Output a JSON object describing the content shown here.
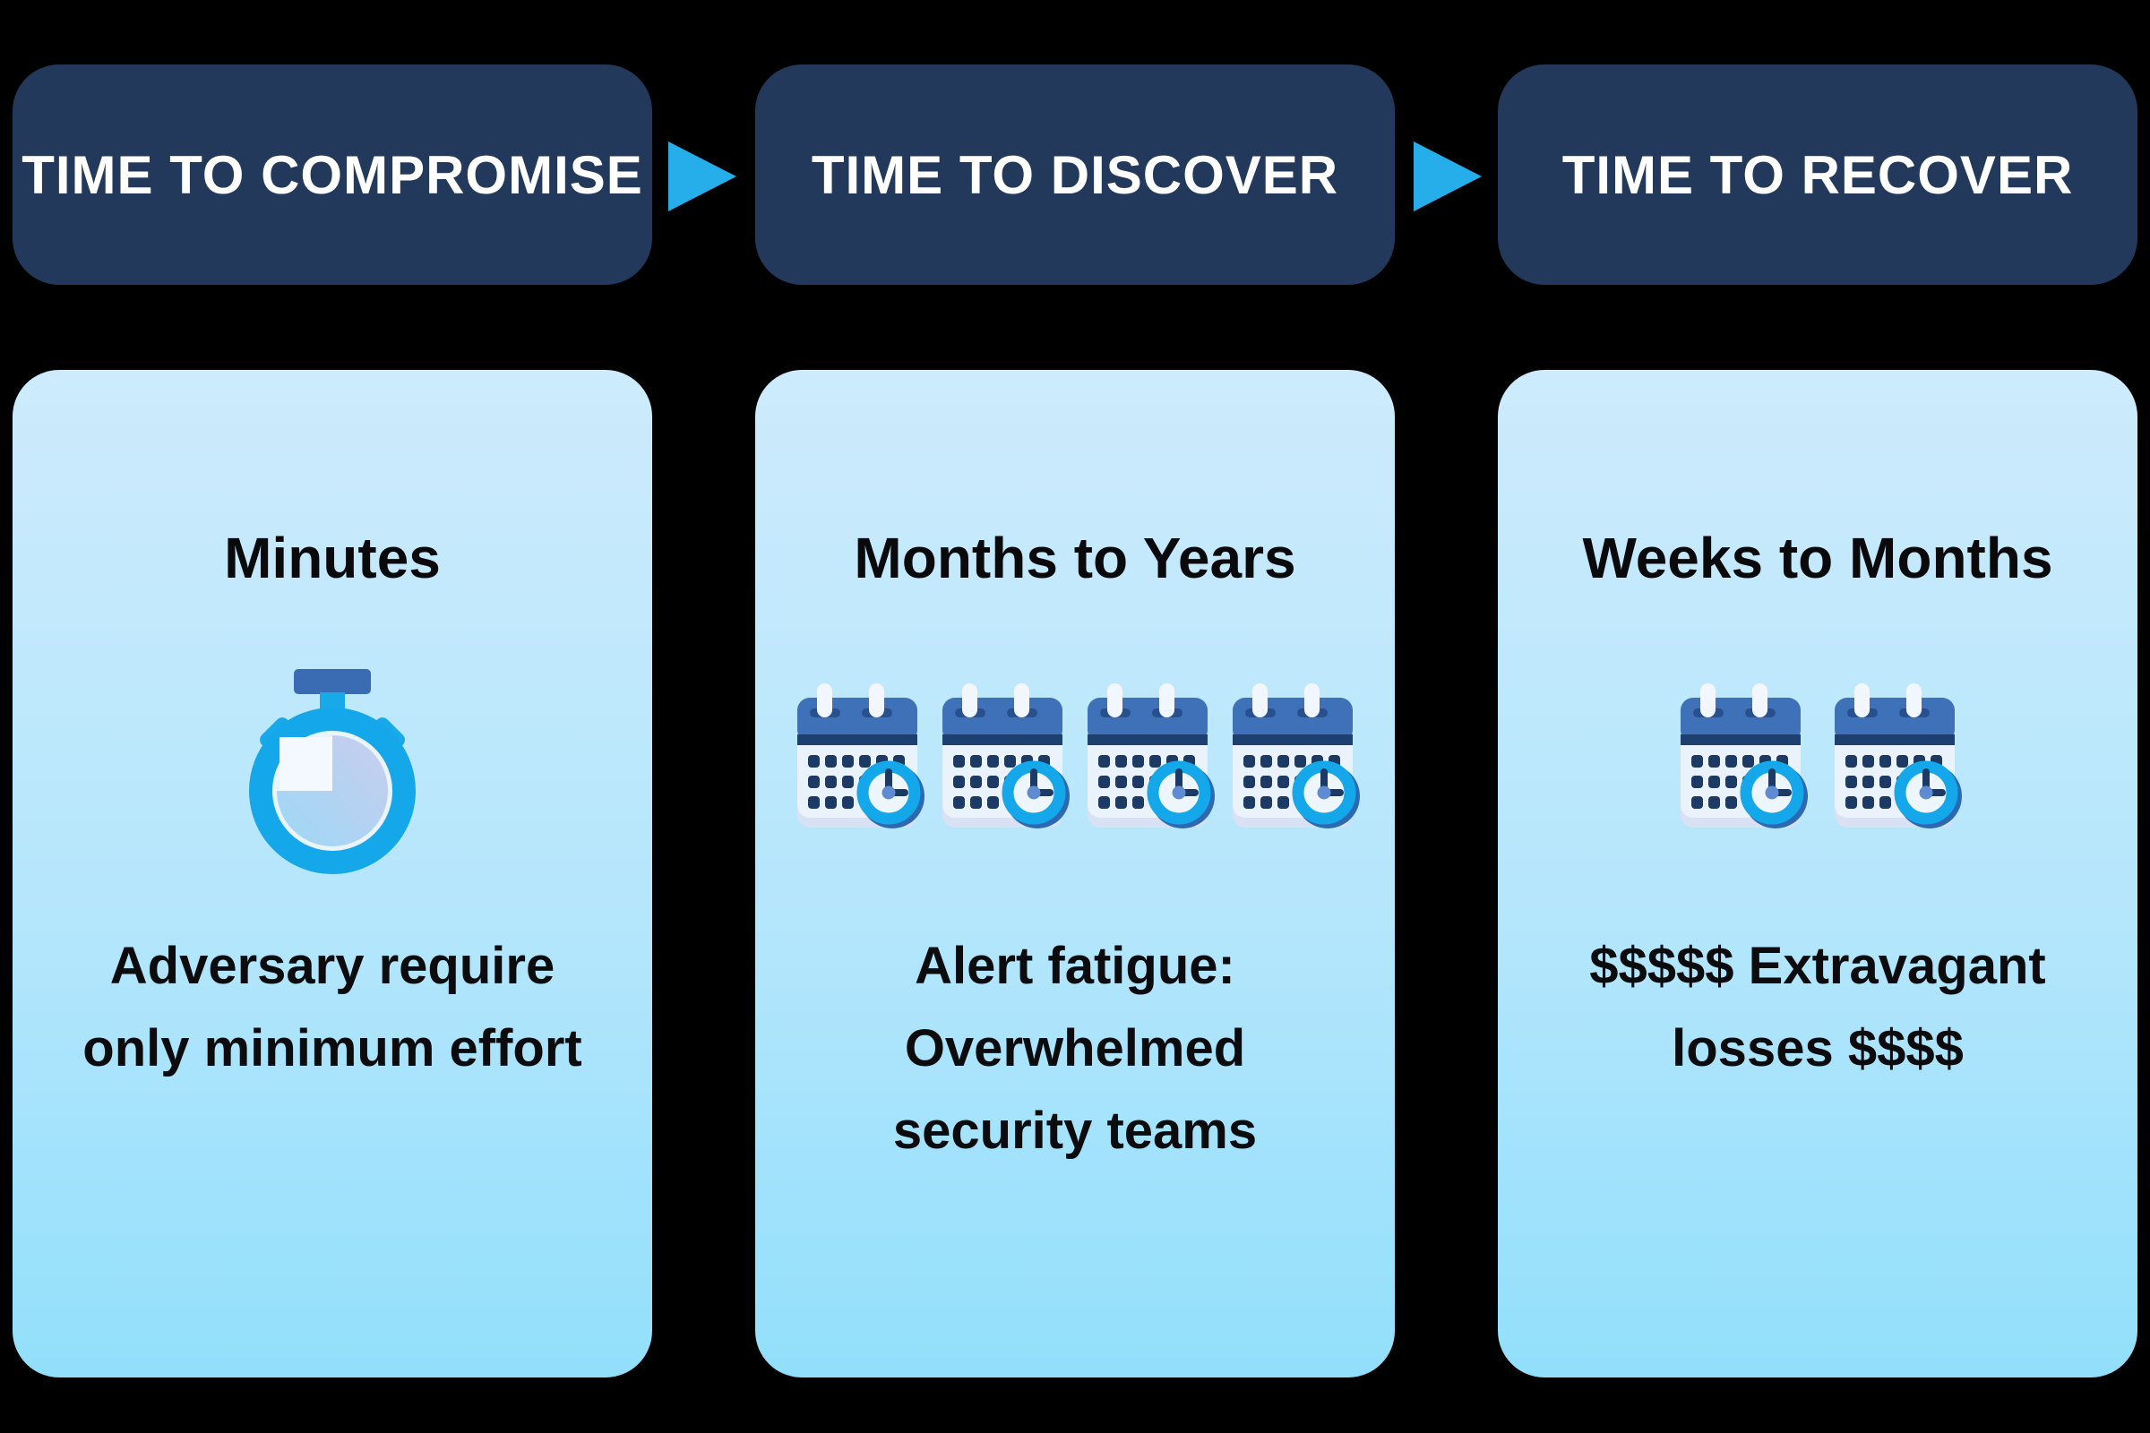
{
  "headers": [
    {
      "label": "TIME TO COMPROMISE"
    },
    {
      "label": "TIME TO DISCOVER"
    },
    {
      "label": "TIME TO RECOVER"
    }
  ],
  "arrows": {
    "icon": "arrow-right-icon",
    "count": 2,
    "color": "#25aeea"
  },
  "cards": [
    {
      "title": "Minutes",
      "icon": "stopwatch-icon",
      "icon_count": 1,
      "description": "Adversary require\nonly minimum effort"
    },
    {
      "title": "Months to Years",
      "icon": "calendar-clock-icon",
      "icon_count": 4,
      "description": "Alert fatigue:\nOverwhelmed\nsecurity teams"
    },
    {
      "title": "Weeks to Months",
      "icon": "calendar-clock-icon",
      "icon_count": 2,
      "description": "$$$$$ Extravagant\nlosses $$$$"
    }
  ],
  "colors": {
    "background": "#000000",
    "header_navy": "#22395c",
    "header_text": "#ffffff",
    "arrow_cyan": "#25aeea",
    "card_gradient_top": "#cdebfc",
    "card_gradient_bottom": "#92dffb",
    "body_text": "#0c0c0e",
    "icon_cyan": "#14a7e9",
    "icon_blue": "#3e71b8",
    "icon_navy": "#1c3a63"
  }
}
